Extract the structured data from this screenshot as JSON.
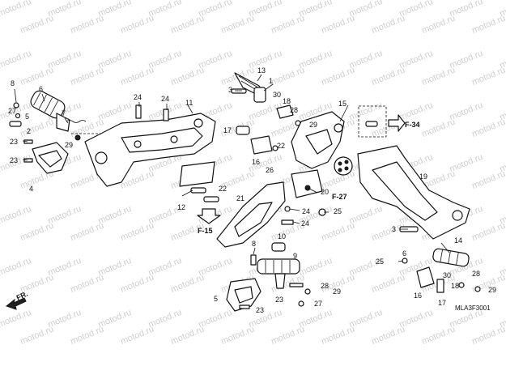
{
  "diagram": {
    "code": "MLA3F3001",
    "direction_label": "FR.",
    "watermark_text": "motod.ru",
    "refs": {
      "f34": "F-34",
      "f27": "F-27",
      "f15": "F-15"
    },
    "callouts": {
      "c8a": "8",
      "c6": "6",
      "c27a": "27",
      "c5a": "5",
      "c7": "7",
      "c2": "2",
      "c29a": "29",
      "c23a": "23",
      "c23b": "23",
      "c4": "4",
      "c24a": "24",
      "c24b": "24",
      "c11": "11",
      "c22": "22",
      "c12": "12",
      "c13": "13",
      "c3a": "3",
      "c1": "1",
      "c30a": "30",
      "c18a": "18",
      "c28a": "28",
      "c29b": "29",
      "c17a": "17",
      "c22b": "22",
      "c16a": "16",
      "c26": "26",
      "c15": "15",
      "c20": "20",
      "c24c": "24",
      "c25a": "25",
      "c24d": "24",
      "c21": "21",
      "c8b": "8",
      "c10": "10",
      "c9": "9",
      "c5b": "5",
      "c23c": "23",
      "c23d": "23",
      "c28b": "28",
      "c29c": "29",
      "c27b": "27",
      "c19": "19",
      "c3b": "3",
      "c14": "14",
      "c25b": "25",
      "c6b": "6",
      "c30b": "30",
      "c28c": "28",
      "c18b": "18",
      "c29d": "29",
      "c16b": "16",
      "c17b": "17"
    }
  }
}
